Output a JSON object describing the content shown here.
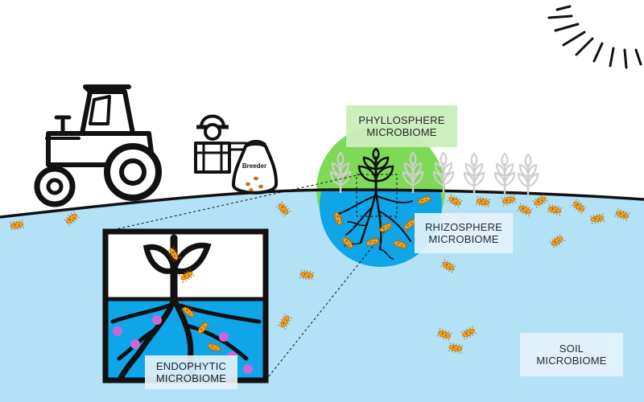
{
  "labels": {
    "phyllosphere": [
      "PHYLLOSPHERE",
      "MICROBIOME"
    ],
    "rhizosphere": [
      "RHIZOSPHERE",
      "MICROBIOME"
    ],
    "endophytic": [
      "ENDOPHYTIC",
      "MICROBIOME"
    ],
    "soil": [
      "SOIL",
      "MICROBIOME"
    ]
  },
  "bag_label": "Breeder",
  "colors": {
    "soil": "#b3e2f7",
    "phyllosphere_zone": "#7ed957",
    "rhizosphere_zone": "#0ea5e9",
    "microbe": "#f5a020",
    "endophyte_dot": "#cc66dd",
    "crop_gray": "#cfcfcf",
    "outline": "#111111"
  },
  "icons": [
    "tractor-icon",
    "farmer-icon",
    "seed-bag-icon",
    "sun-icon",
    "wheat-icon",
    "plant-icon",
    "bacteria-icon"
  ]
}
